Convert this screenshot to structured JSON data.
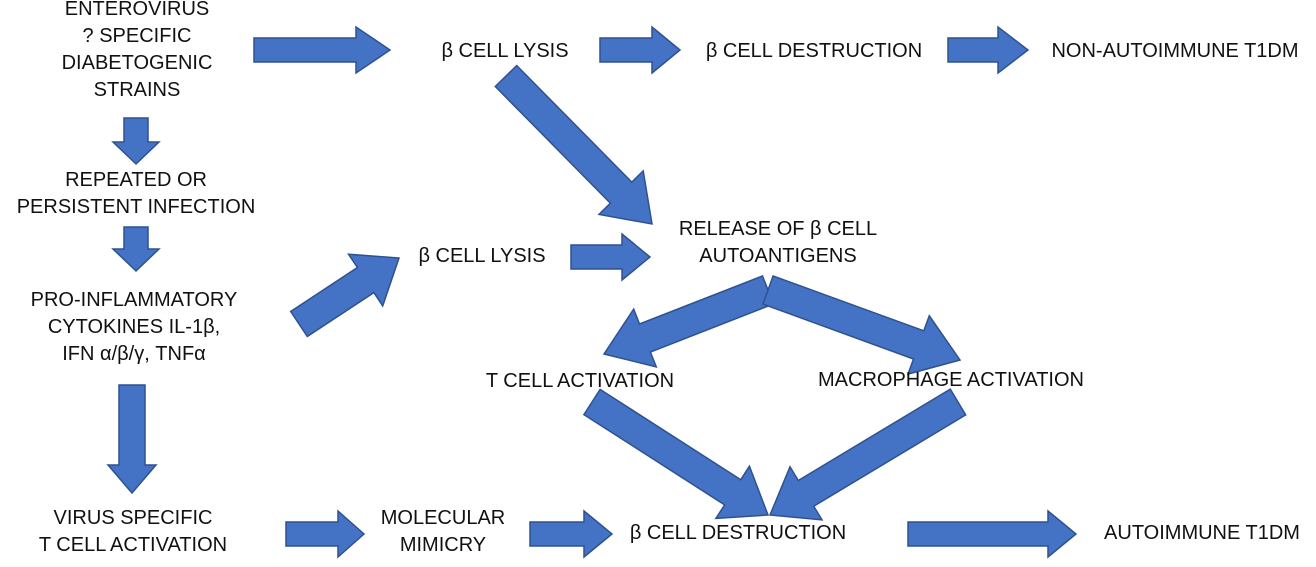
{
  "colors": {
    "arrow_fill": "#4472c4",
    "arrow_stroke": "#2f528f",
    "text": "#111111",
    "background": "#ffffff"
  },
  "nodes": {
    "enterovirus": [
      "ENTEROVIRUS",
      "? SPECIFIC",
      "DIABETOGENIC",
      "STRAINS"
    ],
    "cell_lysis_top": [
      "β CELL LYSIS"
    ],
    "cell_destruction_top": [
      "β CELL DESTRUCTION"
    ],
    "non_autoimmune": [
      "NON-AUTOIMMUNE T1DM"
    ],
    "repeated_infection": [
      "REPEATED OR",
      "PERSISTENT INFECTION"
    ],
    "cell_lysis_mid": [
      "β CELL LYSIS"
    ],
    "release_autoantigens": [
      "RELEASE OF β CELL",
      "AUTOANTIGENS"
    ],
    "cytokines": [
      "PRO-INFLAMMATORY",
      "CYTOKINES  IL-1β,",
      "IFN α/β/γ, TNFα"
    ],
    "t_cell_activation": [
      "T CELL ACTIVATION"
    ],
    "macrophage_activation": [
      "MACROPHAGE ACTIVATION"
    ],
    "virus_specific": [
      "VIRUS SPECIFIC",
      "T CELL ACTIVATION"
    ],
    "molecular_mimicry": [
      "MOLECULAR",
      "MIMICRY"
    ],
    "cell_destruction_bottom": [
      "β CELL DESTRUCTION"
    ],
    "autoimmune": [
      "AUTOIMMUNE T1DM"
    ]
  }
}
